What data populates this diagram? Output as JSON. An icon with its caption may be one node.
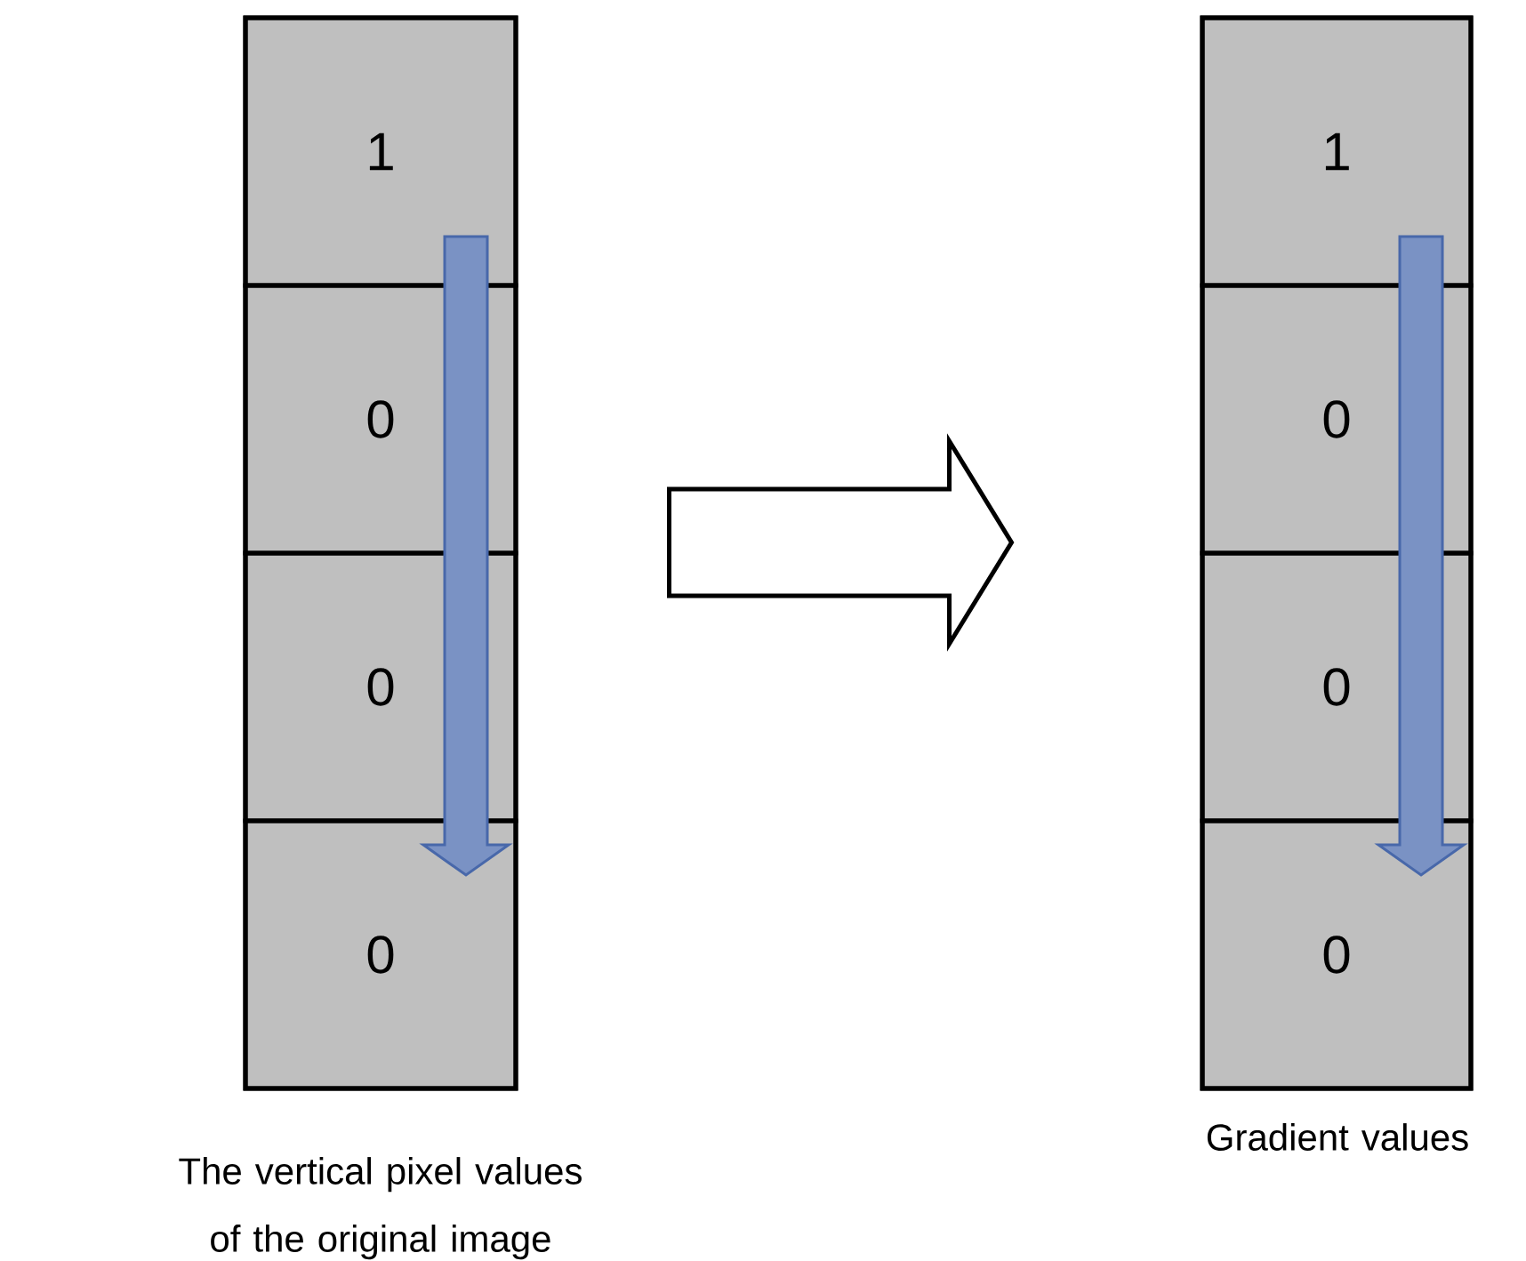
{
  "diagram": {
    "nodes": [
      {
        "text": [],
        "shape": "box",
        "beside": [
          "The vertical pixel values of the original image"
        ]
      },
      {
        "text": [
          "1"
        ],
        "in": 0
      },
      {
        "text": [
          "0"
        ],
        "in": 0
      },
      {
        "text": [
          "0"
        ],
        "in": 0
      },
      {
        "text": [
          "0"
        ],
        "in": 0
      },
      {
        "text": [],
        "shape": "box",
        "beside": [
          "Gradient values"
        ]
      },
      {
        "text": [
          "1"
        ],
        "in": 5
      },
      {
        "text": [
          "0"
        ],
        "in": 5
      },
      {
        "text": [
          "0"
        ],
        "in": 5
      },
      {
        "text": [
          "0"
        ],
        "in": 5
      }
    ],
    "edges": [
      {
        "from": 0,
        "to": 5,
        "arrow": "to"
      }
    ]
  }
}
